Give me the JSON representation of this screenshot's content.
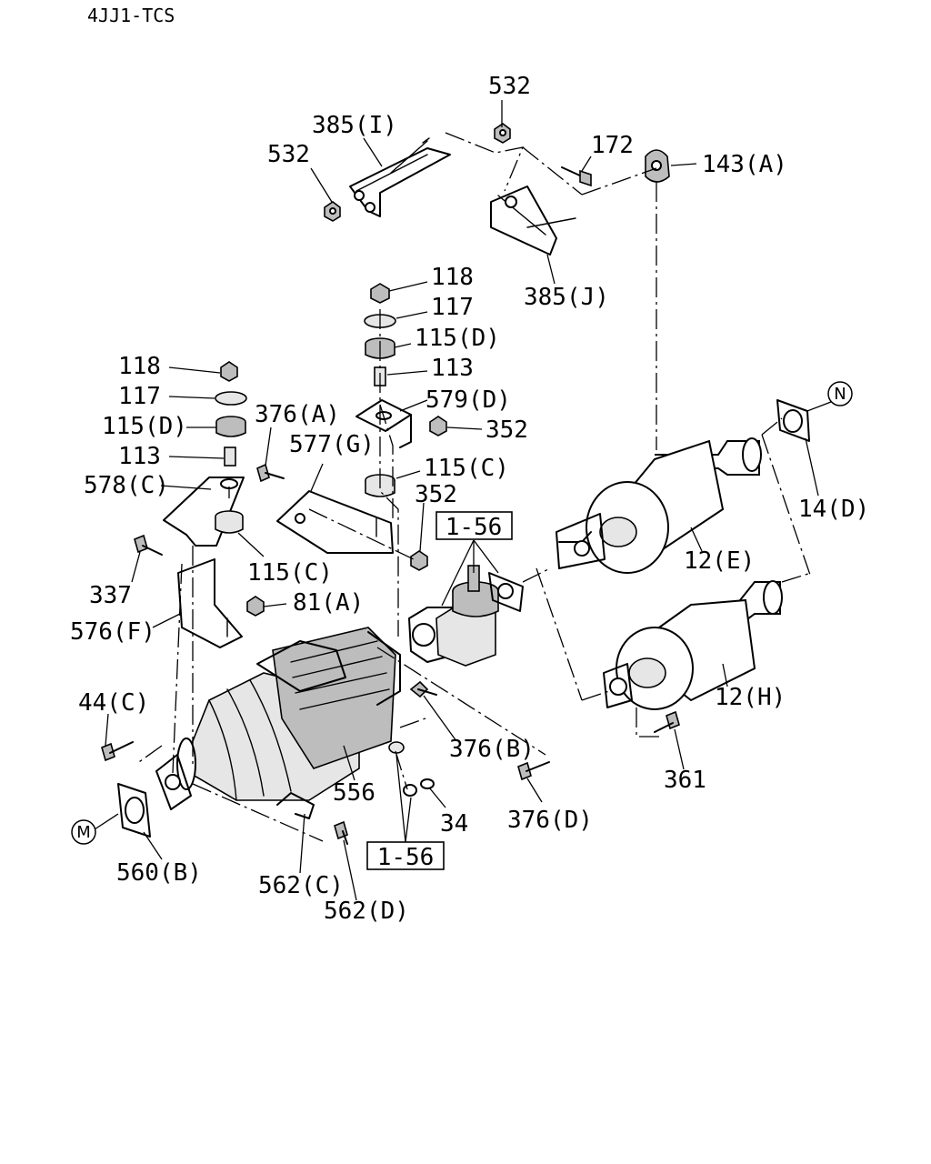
{
  "header": {
    "model_code": "4JJ1-TCS"
  },
  "callouts": {
    "c532a": "532",
    "c532b": "532",
    "c385i": "385(I)",
    "c172": "172",
    "c143a": "143(A)",
    "c385j": "385(J)",
    "c118a": "118",
    "c117a": "117",
    "c115da": "115(D)",
    "c113a": "113",
    "c579d": "579(D)",
    "c352a": "352",
    "c118b": "118",
    "c117b": "117",
    "c115db": "115(D)",
    "c113b": "113",
    "c578c": "578(C)",
    "c376a": "376(A)",
    "c577g": "577(G)",
    "c115ca": "115(C)",
    "c352b": "352",
    "c115cb": "115(C)",
    "c337": "337",
    "c81a": "81(A)",
    "c576f": "576(F)",
    "c44c": "44(C)",
    "c376b": "376(B)",
    "c556": "556",
    "c34": "34",
    "c376d": "376(D)",
    "c560b": "560(B)",
    "c562c": "562(C)",
    "c562d": "562(D)",
    "c12e": "12(E)",
    "c14d": "14(D)",
    "c12h": "12(H)",
    "c361": "361"
  },
  "refs": {
    "ref_top": "1-56",
    "ref_bottom": "1-56"
  },
  "connectors": {
    "n": "N",
    "m": "M"
  }
}
